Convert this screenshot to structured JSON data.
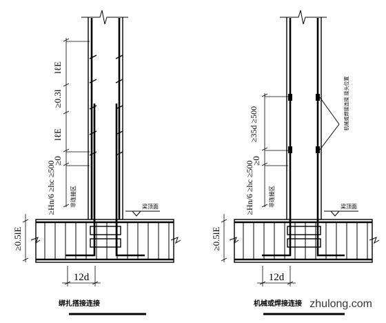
{
  "left": {
    "caption": "绑扎搭接连接",
    "joint_label": "非连接区",
    "beam_top_label": "梁顶面",
    "dim_12d": "12d",
    "dim_05le": "≥0.5lE",
    "dim_lle_top": "lℓE",
    "dim_03l": "≥0.3l",
    "dim_lle_bottom": "lℓE",
    "dim_zero": "≥0",
    "dim_conditions": "≥Hn/6 ≥hc ≥500"
  },
  "right": {
    "caption": "机械或焊接连接",
    "joint_label": "非连接区",
    "beam_top_label": "梁顶面",
    "connector_label": "机械或焊接连接 接头位置",
    "dim_12d": "12d",
    "dim_05le": "≥0.5lE",
    "dim_35d": "≥35d ≥500",
    "dim_zero": "≥0",
    "dim_conditions": "≥Hn/6 ≥hc ≥500"
  },
  "watermark": "zhulong.com"
}
